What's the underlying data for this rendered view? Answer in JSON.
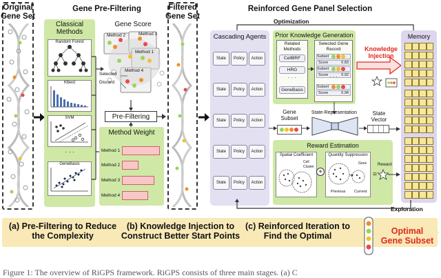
{
  "left_panel": {
    "title_line1": "Original",
    "title_line2": "Gene Set"
  },
  "prefilter": {
    "title": "Gene Pre-Filtering",
    "classical": {
      "title_line1": "Classical",
      "title_line2": "Methods",
      "items": [
        "Random Forest",
        "KBest",
        "SVM",
        "· · ·",
        "GeneBasis"
      ]
    },
    "gene_score": {
      "title": "Gene Score",
      "methods": [
        "Method 2",
        "Method 3",
        "Method 1",
        "Method 4"
      ],
      "selected": "Selected",
      "discard": "Discard"
    },
    "pre_filtering_label": "Pre-Filtering",
    "method_weight": {
      "title": "Method Weight",
      "items": [
        "Method 1",
        "Method 2",
        "Method 3",
        "Method 4"
      ]
    }
  },
  "filtered_panel": {
    "title_line1": "Filtered",
    "title_line2": "Gene Set"
  },
  "rl": {
    "title": "Reinforced Gene Panel Selection",
    "optimization": "Optimization",
    "cascading_agents": "Cascading Agents",
    "agent_cells": [
      "State",
      "Policy",
      "Action"
    ],
    "prior": {
      "title": "Prior Knowledge Generation",
      "related_methods_title": "Related Methods",
      "related_methods": [
        "CellBRF",
        "HRG",
        "· · ·",
        "GeneBasis"
      ],
      "record_title": "Selected Gene Record",
      "records": [
        {
          "subset": "Subset",
          "score_label": "Score",
          "score": "0.83"
        },
        {
          "subset": "Subset",
          "score_label": "Score",
          "score": "0.92"
        },
        {
          "subset": "Subset",
          "score_label": "Score",
          "score": "0.94"
        }
      ],
      "dots": "· · ·"
    },
    "knowledge_injection_line1": "Knowledge",
    "knowledge_injection_line2": "Injection",
    "gene_subset_line1": "Gene",
    "gene_subset_line2": "Subset",
    "state_representation": "State-Representation",
    "state_vector_line1": "State",
    "state_vector_line2": "Vector",
    "reward": {
      "title": "Reward Estimation",
      "spatial": "Spatial Coefficient",
      "cell": "Cell",
      "cluster": "Cluster",
      "quantity": "Quantity Suppression",
      "gene": "Gene",
      "previous": "Previous",
      "current": "Current",
      "reward": "Reward"
    },
    "memory": "Memory",
    "exploration": "Exploration"
  },
  "bottom": {
    "step_a_line1": "(a) Pre-Filtering to Reduce",
    "step_a_line2": "the Complexity",
    "step_b_line1": "(b) Knowledge Injection to",
    "step_b_line2": "Construct Better Start Points",
    "step_c_line1": "(c) Reinforced Iteration to",
    "step_c_line2": "Find the Optimal",
    "optimal_line1": "Optimal",
    "optimal_line2": "Gene Subset"
  },
  "caption": "Figure 1:  The overview of RiGPS framework. RiGPS consists of three main stages. (a) C",
  "colors": {
    "green_panel": "#cfe8a6",
    "purple_panel": "#ecebf7",
    "memory_panel": "#ddd6ee",
    "bottom_bar": "#f8e9b6",
    "accent_red": "#e0281f",
    "memory_cell": "#f7e79a"
  }
}
